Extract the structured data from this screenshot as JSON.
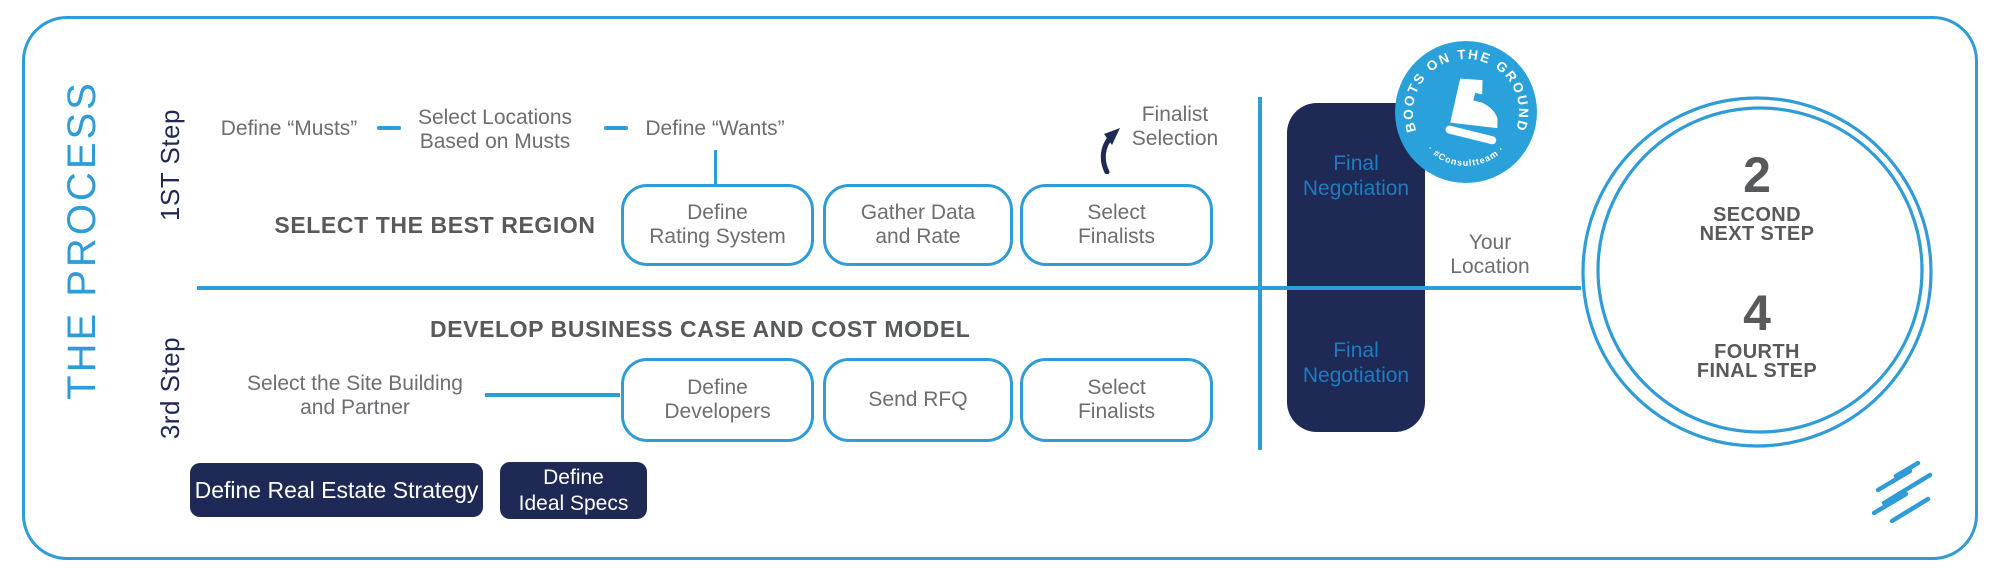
{
  "colors": {
    "blue": "#2F9BD7",
    "badge_blue": "#2AA1DB",
    "navy": "#1F2956",
    "gray": "#6D6E71",
    "dark_gray": "#58595B",
    "panel_blue": "#1F7CC0"
  },
  "title": "THE PROCESS",
  "step1": {
    "label": "1ST Step",
    "flow": [
      "Define “Musts”",
      "Select Locations\nBased on Musts",
      "Define “Wants”"
    ],
    "heading": "SELECT THE BEST REGION",
    "boxes": [
      "Define\nRating System",
      "Gather Data\nand Rate",
      "Select\nFinalists"
    ],
    "finalist_label": "Finalist\nSelection"
  },
  "step3": {
    "label": "3rd Step",
    "heading": "DEVELOP BUSINESS CASE AND COST MODEL",
    "side_label": "Select the Site Building\nand Partner",
    "boxes": [
      "Define\nDevelopers",
      "Send RFQ",
      "Select\nFinalists"
    ],
    "strategy_box": "Define Real Estate Strategy",
    "specs_box": "Define\nIdeal Specs"
  },
  "right_panel": {
    "negotiation_top": "Final\nNegotiation",
    "negotiation_bottom": "Final\nNegotiation",
    "your_location": "Your\nLocation"
  },
  "badge": {
    "arc_text": "BOOTS ON THE GROUND",
    "bottom_text": "· #Consultteam ·"
  },
  "circle": {
    "step2_number": "2",
    "step2_label": "SECOND\nNEXT STEP",
    "step4_number": "4",
    "step4_label": "FOURTH\nFINAL STEP"
  }
}
